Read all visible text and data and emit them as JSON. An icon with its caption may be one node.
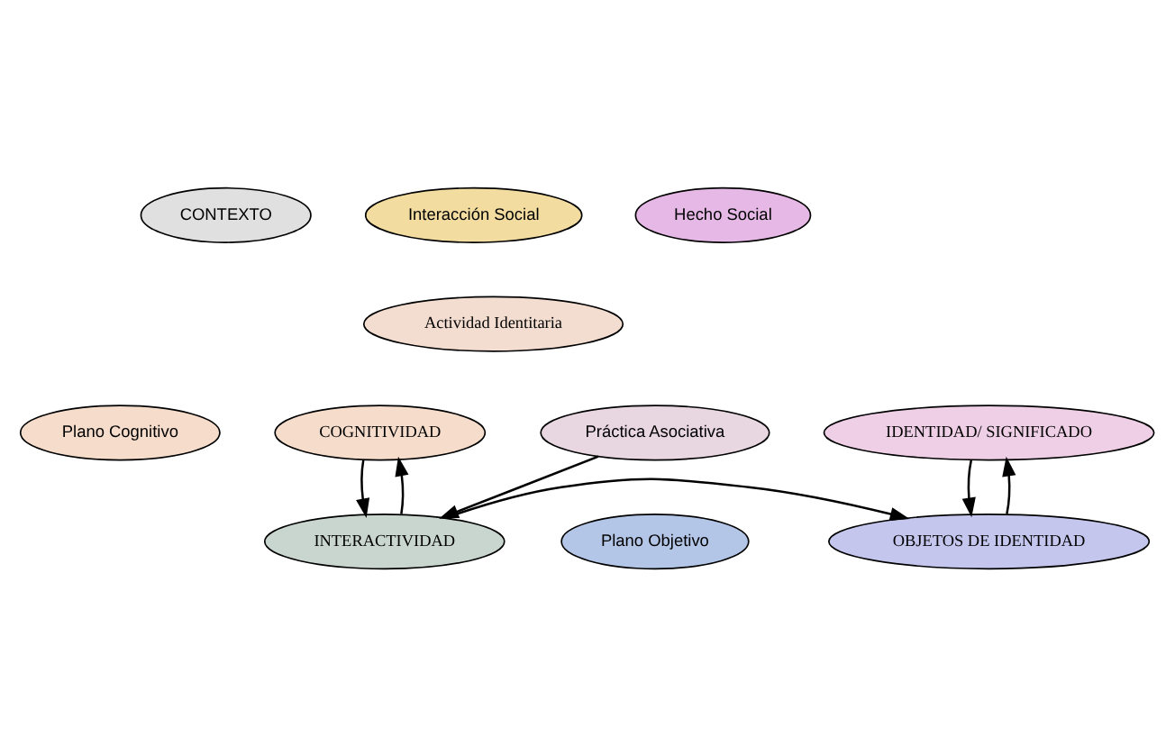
{
  "diagram": {
    "nodes": [
      {
        "text": [
          "CONTEXTO"
        ]
      },
      {
        "text": [
          "Interacción Social"
        ]
      },
      {
        "text": [
          "Hecho Social"
        ]
      },
      {
        "text": [
          "Plano Cognitivo"
        ]
      },
      {
        "text": [
          "COGNITIVIDAD"
        ]
      },
      {
        "text": [
          "Actividad Identitaria"
        ]
      },
      {
        "text": [
          "IDENTIDAD/ SIGNIFICADO"
        ]
      },
      {
        "text": [
          "Práctica Asociativa"
        ]
      },
      {
        "text": [
          "INTERACTIVIDAD"
        ]
      },
      {
        "text": [
          "OBJETOS DE IDENTIDAD"
        ]
      },
      {
        "text": [
          "Plano Objetivo"
        ]
      }
    ],
    "edges": [
      {
        "from": 4,
        "to": 8,
        "arrow": "to"
      },
      {
        "from": 8,
        "to": 4,
        "arrow": "to"
      },
      {
        "from": 6,
        "to": 9,
        "arrow": "to"
      },
      {
        "from": 9,
        "to": 6,
        "arrow": "to"
      },
      {
        "from": 7,
        "to": 8,
        "arrow": "to"
      },
      {
        "from": 8,
        "to": 9,
        "arrow": "to"
      }
    ]
  }
}
